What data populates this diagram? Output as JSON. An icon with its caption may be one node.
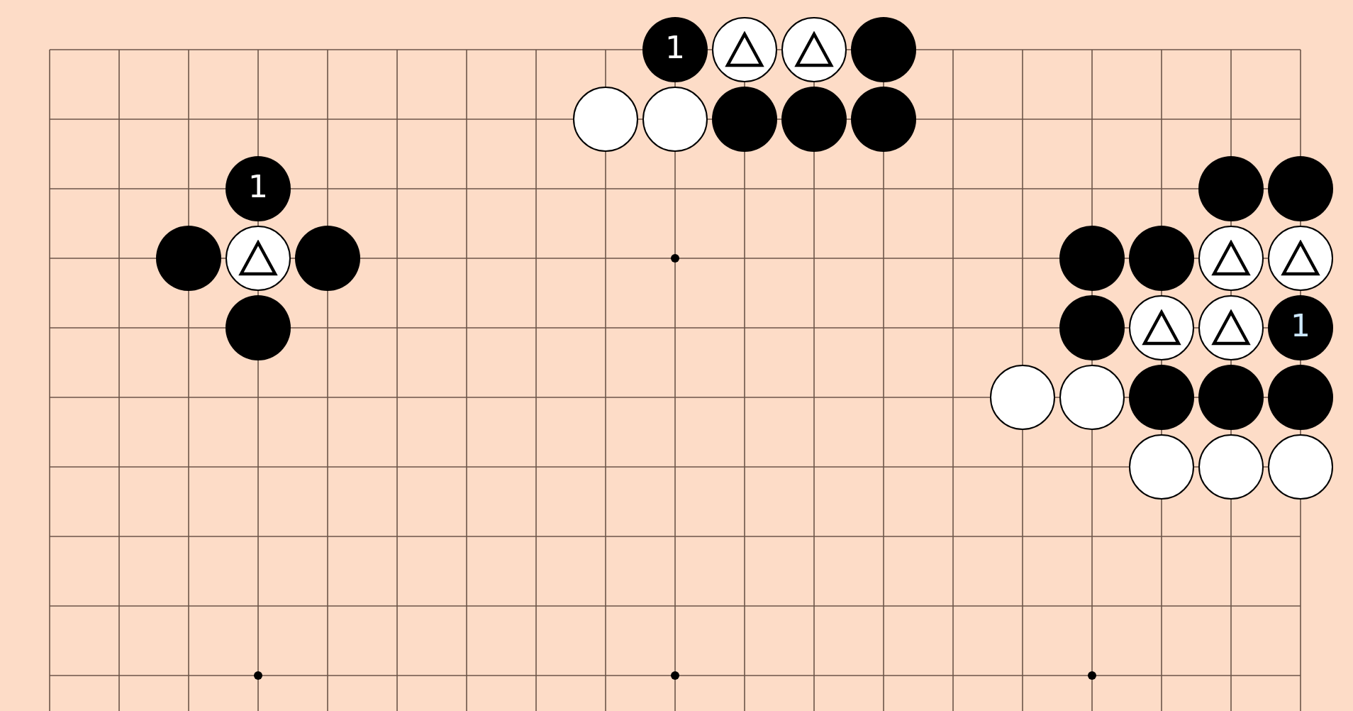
{
  "diagram": {
    "nodes": [
      {
        "text": [
          "1"
        ]
      },
      {
        "text": [],
        "shape": "circle"
      },
      {
        "text": [],
        "shape": "circle"
      },
      {
        "text": [],
        "shape": "circle"
      },
      {
        "text": [],
        "shape": "circle"
      },
      {
        "text": [],
        "shape": "circle"
      },
      {
        "text": [],
        "shape": "circle"
      },
      {
        "text": [],
        "shape": "circle"
      },
      {
        "text": [],
        "shape": "circle"
      },
      {
        "text": [
          "1"
        ]
      },
      {
        "text": [],
        "shape": "circle"
      },
      {
        "text": [],
        "shape": "circle"
      },
      {
        "text": [],
        "shape": "circle"
      },
      {
        "text": [],
        "shape": "circle"
      },
      {
        "text": [],
        "shape": "circle"
      },
      {
        "text": [],
        "shape": "circle"
      },
      {
        "text": [],
        "shape": "circle"
      },
      {
        "text": [],
        "shape": "circle"
      },
      {
        "text": [],
        "shape": "circle"
      },
      {
        "text": [],
        "shape": "circle"
      },
      {
        "text": [],
        "shape": "circle"
      },
      {
        "text": [],
        "shape": "circle"
      },
      {
        "text": [],
        "shape": "circle"
      },
      {
        "text": [
          "1"
        ]
      },
      {
        "text": [],
        "shape": "circle"
      },
      {
        "text": [],
        "shape": "circle"
      },
      {
        "text": [],
        "shape": "circle"
      },
      {
        "text": [],
        "shape": "circle"
      },
      {
        "text": [],
        "shape": "circle"
      },
      {
        "text": [],
        "shape": "circle"
      },
      {
        "text": [],
        "shape": "circle"
      },
      {
        "text": [],
        "shape": "circle"
      }
    ]
  }
}
